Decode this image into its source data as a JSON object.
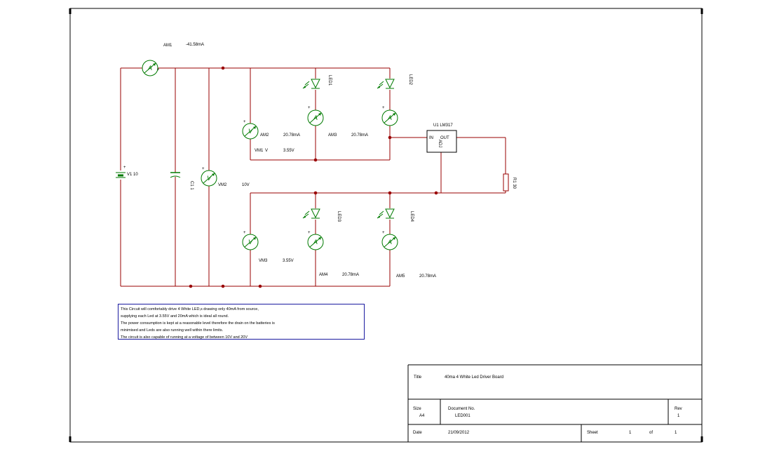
{
  "meters": {
    "am1": {
      "name": "AM1",
      "value": "-41.58mA"
    },
    "am2": {
      "name": "AM2",
      "value": "20.78mA"
    },
    "am3": {
      "name": "AM3",
      "value": "20.78mA"
    },
    "am4": {
      "name": "AM4",
      "value": "20.78mA"
    },
    "am5": {
      "name": "AM5",
      "value": "20.78mA"
    },
    "vm1": {
      "name": "VM1",
      "value": "3.55V",
      "suffix": "V"
    },
    "vm2": {
      "name": "VM2",
      "value": "10V"
    },
    "vm3": {
      "name": "VM3",
      "value": "3.55V"
    },
    "ammeter_symbol": "A",
    "voltmeter_symbol": "V",
    "plus": "+"
  },
  "components": {
    "v1": "V1 10",
    "c1": "C1 1",
    "r1": "R1 30",
    "led1": "LED1",
    "led2": "LED2",
    "led3": "LED3",
    "led4": "LED4",
    "u1": "U1 LM317",
    "u1_in": "IN",
    "u1_out": "OUT",
    "u1_adj": "ADJ"
  },
  "note": {
    "lines": [
      "This Circuit will comfortably drive 4 White LED,s drawing only 40mA from source,",
      "supplying each Led at 3.55V and 20mA which is ideal all round.",
      "The power consumption is kept at a reasonable level therefore the drain on the batteries is",
      "minimised and Leds are also running well within there limits.",
      "The circuit is also capable of running at a voltage of between 10V and 20V"
    ]
  },
  "title_block": {
    "title_label": "Title",
    "title_value": "40ma 4 White Led Driver Board",
    "size_label": "Size",
    "size_value": "A4",
    "doc_label": "Document No.",
    "doc_value": "LED001",
    "rev_label": "Rev",
    "rev_value": "1",
    "date_label": "Date",
    "date_value": "21/09/2012",
    "sheet_label": "Sheet",
    "sheet_value": "1",
    "of_label": "of",
    "of_value": "1"
  },
  "colors": {
    "wire": "#990000",
    "symbol": "#007a00",
    "note_border": "#1a1aa0"
  }
}
